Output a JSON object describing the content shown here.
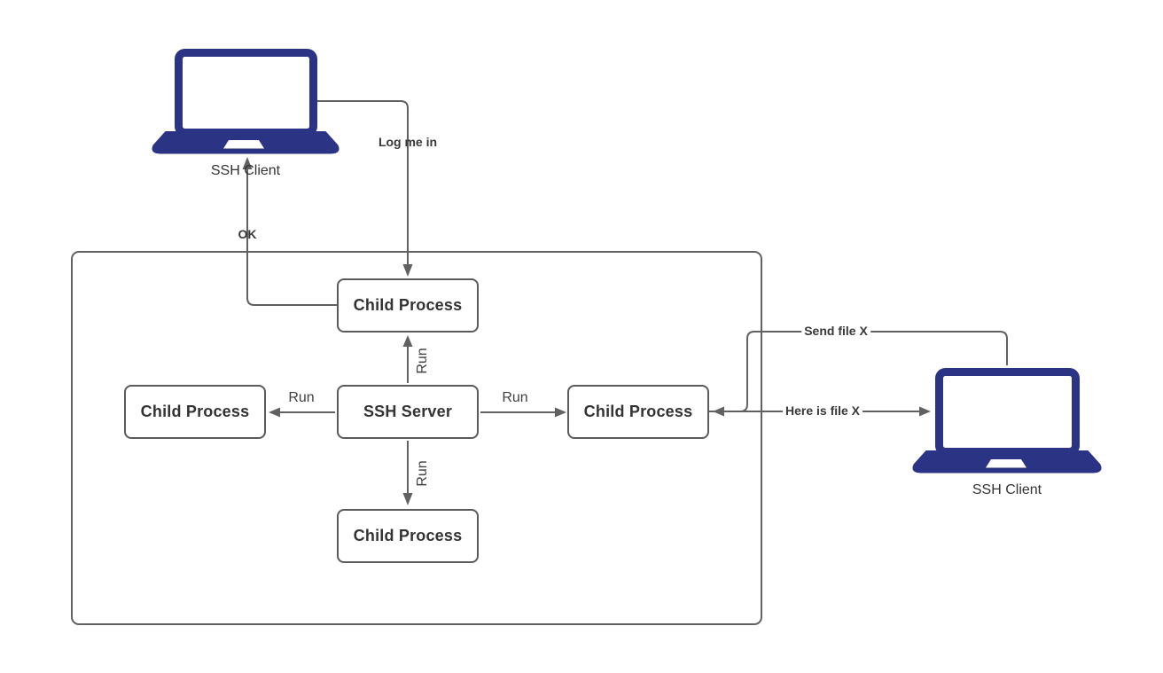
{
  "colors": {
    "laptop": "#2b3385",
    "line": "#616161",
    "box_border": "#5b5b5b",
    "text": "#333333"
  },
  "nodes": {
    "client_left": {
      "label": "SSH Client"
    },
    "client_right": {
      "label": "SSH Client"
    },
    "child_top": {
      "label": "Child Process"
    },
    "child_left": {
      "label": "Child Process"
    },
    "server": {
      "label": "SSH Server"
    },
    "child_right": {
      "label": "Child Process"
    },
    "child_bottom": {
      "label": "Child Process"
    }
  },
  "edges": {
    "log_me_in": {
      "label": "Log me in"
    },
    "ok": {
      "label": "OK"
    },
    "run_left": {
      "label": "Run"
    },
    "run_right": {
      "label": "Run"
    },
    "run_up": {
      "label": "Run"
    },
    "run_down": {
      "label": "Run"
    },
    "send_file": {
      "label": "Send file X"
    },
    "here_is_file": {
      "label": "Here is file X"
    }
  }
}
